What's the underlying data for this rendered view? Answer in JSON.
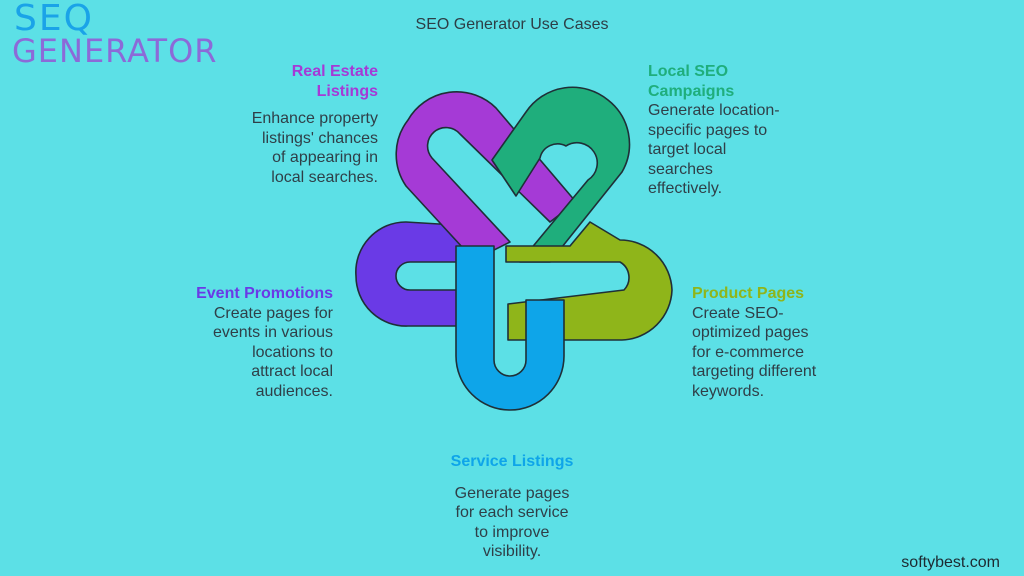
{
  "logo": {
    "line1": "SEQ",
    "line2": "GENERATOR",
    "color_line1": "#1aa3e8",
    "color_line2": "#8c6ad8"
  },
  "title": "SEO Generator Use Cases",
  "items": [
    {
      "heading_lines": [
        "Real Estate",
        "Listings"
      ],
      "desc_lines": [
        "Enhance property",
        "listings' chances",
        "of appearing in",
        "local searches."
      ],
      "color": "#a53ad6"
    },
    {
      "heading_lines": [
        "Local SEO",
        "Campaigns"
      ],
      "desc_lines": [
        "Generate location-",
        "specific pages to",
        "target local",
        "searches",
        "effectively."
      ],
      "color": "#1fae7c"
    },
    {
      "heading_lines": [
        "Product Pages"
      ],
      "desc_lines": [
        "Create SEO-",
        "optimized pages",
        "for e-commerce",
        "targeting different",
        "keywords."
      ],
      "color": "#8fb51a"
    },
    {
      "heading_lines": [
        "Service Listings"
      ],
      "desc_lines": [
        "Generate pages",
        "for each service",
        "to improve",
        "visibility."
      ],
      "color": "#0ea5e9"
    },
    {
      "heading_lines": [
        "Event Promotions"
      ],
      "desc_lines": [
        "Create pages for",
        "events in various",
        "locations to",
        "attract local",
        "audiences."
      ],
      "color": "#6a3ae6"
    }
  ],
  "footer": "softybest.com"
}
